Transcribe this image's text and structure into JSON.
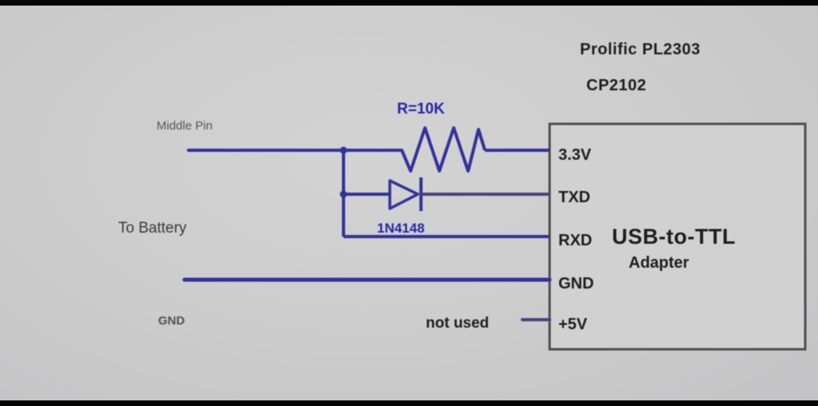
{
  "diagram": {
    "title_line1": "Prolific PL2303",
    "title_line2": "CP2102",
    "labels": {
      "middle_pin": "Middle Pin",
      "to_battery": "To Battery",
      "gnd_left": "GND",
      "resistor_value": "R=10K",
      "diode_part": "1N4148",
      "not_used": "not used"
    },
    "adapter": {
      "name_line1": "USB-to-TTL",
      "name_line2": "Adapter",
      "pins": [
        "3.3V",
        "TXD",
        "RXD",
        "GND",
        "+5V"
      ]
    },
    "colors": {
      "wire_blue": "#32329b",
      "component_text_blue": "#2525ae",
      "dark_text": "#1d1d1d",
      "muted_text": "#565656",
      "background_gray": "#cccccc",
      "box_border_gray": "#4e4e4e",
      "letterbox_black": "#050505"
    }
  }
}
